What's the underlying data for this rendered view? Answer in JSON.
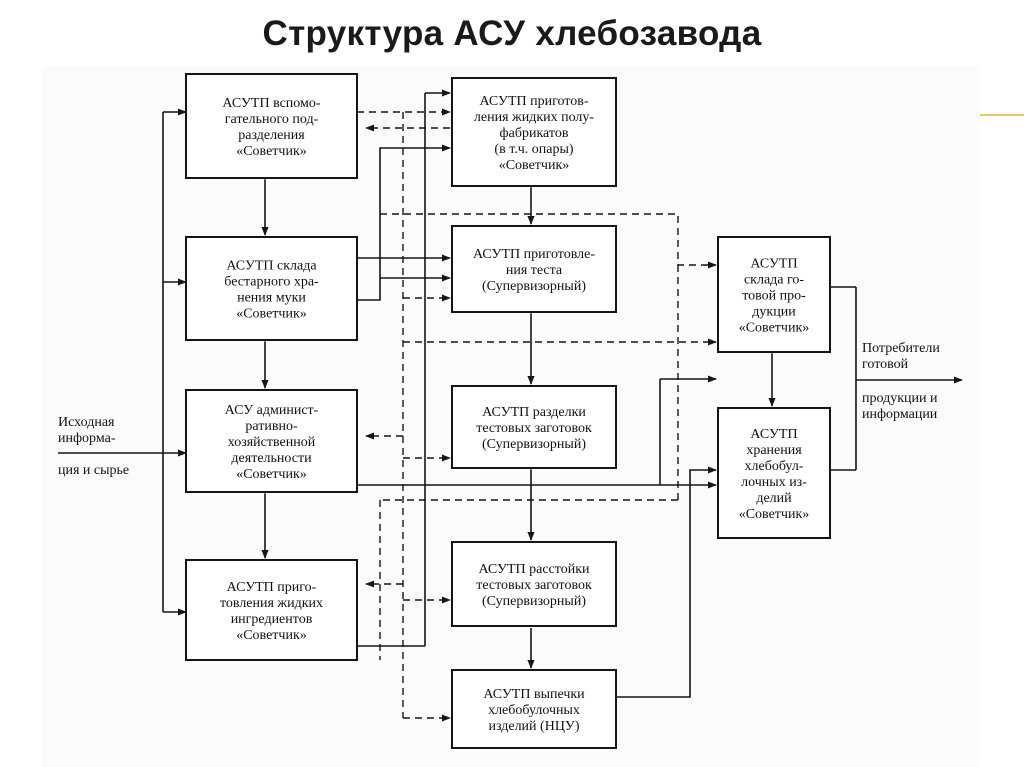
{
  "title": "Структура АСУ хлебозавода",
  "colors": {
    "line": "#151515",
    "box_fill": "#ffffff",
    "panel": "#fbfbfb",
    "accent": "#f2c46a"
  },
  "inputs": {
    "lines": [
      "Исходная",
      "информа-",
      "ция и сырье"
    ]
  },
  "outputs": {
    "top": [
      "Потребители",
      "готовой"
    ],
    "bottom": [
      "продукции и",
      "информации"
    ]
  },
  "blocks": [
    {
      "id": "aux",
      "lines": [
        "АСУТП вспомо-",
        "гательного под-",
        "разделения",
        "«Советчик»"
      ]
    },
    {
      "id": "flour",
      "lines": [
        "АСУТП склада",
        "бестарного хра-",
        "нения муки",
        "«Советчик»"
      ]
    },
    {
      "id": "admin",
      "lines": [
        "АСУ админист-",
        "ративно-",
        "хозяйственной",
        "деятельности",
        "«Советчик»"
      ]
    },
    {
      "id": "liquid_ingr",
      "lines": [
        "АСУТП приго-",
        "товления жидких",
        "ингредиентов",
        "«Советчик»"
      ]
    },
    {
      "id": "liquid_semi",
      "lines": [
        "АСУТП приготов-",
        "ления жидких полу-",
        "фабрикатов",
        "(в т.ч. опары)",
        "«Советчик»"
      ]
    },
    {
      "id": "dough",
      "lines": [
        "АСУТП приготовле-",
        "ния теста",
        "(Супервизорный)"
      ]
    },
    {
      "id": "divide",
      "lines": [
        "АСУТП разделки",
        "тестовых заготовок",
        "(Супервизорный)"
      ]
    },
    {
      "id": "proof",
      "lines": [
        "АСУТП расстойки",
        "тестовых заготовок",
        "(Супервизорный)"
      ]
    },
    {
      "id": "bake",
      "lines": [
        "АСУТП выпечки",
        "хлебобулочных",
        "изделий (НЦУ)"
      ]
    },
    {
      "id": "finished",
      "lines": [
        "АСУТП",
        "склада го-",
        "товой про-",
        "дукции",
        "«Советчик»"
      ]
    },
    {
      "id": "storage",
      "lines": [
        "АСУТП",
        "хранения",
        "хлебобул-",
        "лочных из-",
        "делий",
        "«Советчик»"
      ]
    }
  ]
}
